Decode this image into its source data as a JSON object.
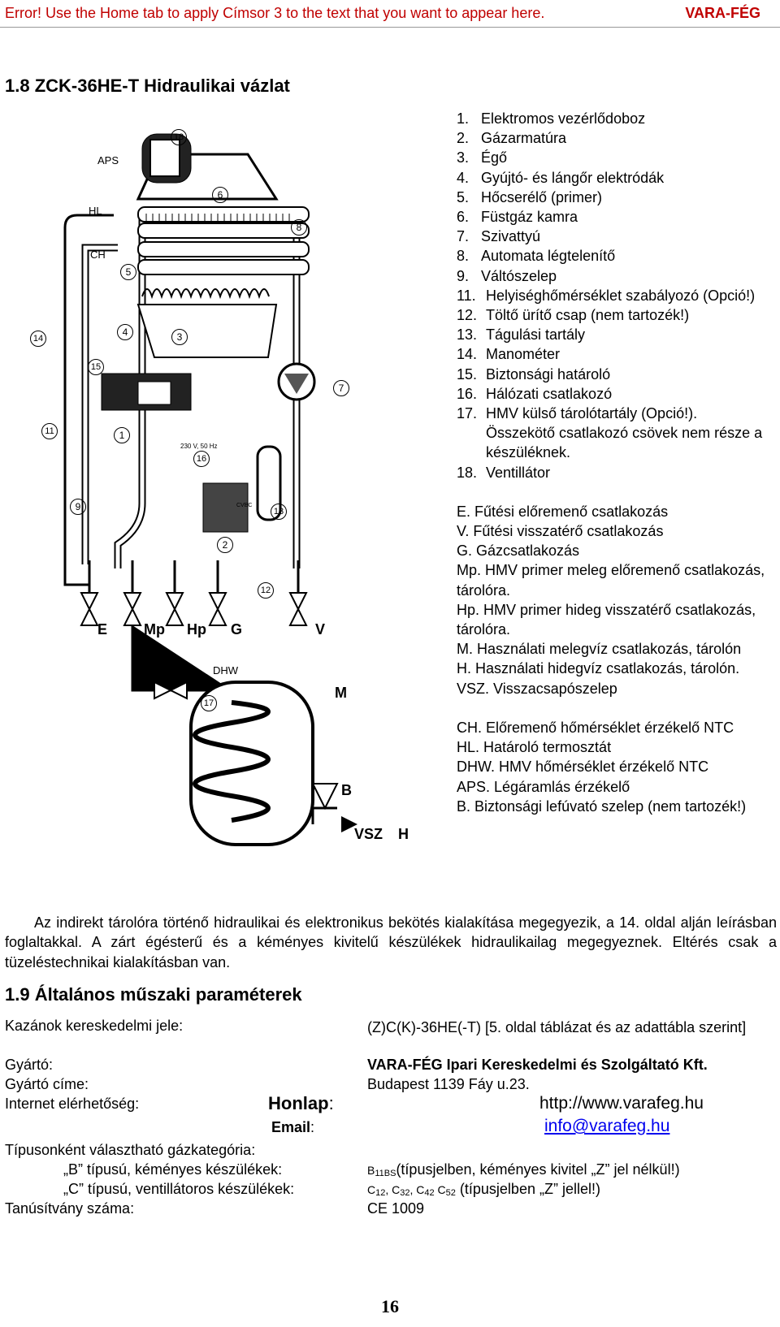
{
  "header": {
    "left": "Error! Use the Home tab to apply Címsor 3 to the text that you want to appear here.",
    "right": "VARA-FÉG"
  },
  "section1": {
    "title": "1.8 ZCK-36HE-T Hidraulikai vázlat",
    "legend": [
      {
        "n": "1.",
        "t": "Elektromos vezérlődoboz"
      },
      {
        "n": "2.",
        "t": "Gázarmatúra"
      },
      {
        "n": "3.",
        "t": "Égő"
      },
      {
        "n": "4.",
        "t": "Gyújtó- és lángőr elektródák"
      },
      {
        "n": "5.",
        "t": "Hőcserélő (primer)"
      },
      {
        "n": "6.",
        "t": "Füstgáz kamra"
      },
      {
        "n": "7.",
        "t": "Szivattyú"
      },
      {
        "n": "8.",
        "t": "Automata légtelenítő"
      },
      {
        "n": "9.",
        "t": "Váltószelep"
      },
      {
        "n": "11.",
        "t": "Helyiséghőmérséklet szabályozó (Opció!)"
      },
      {
        "n": "12.",
        "t": "Töltő ürítő csap (nem tartozék!)"
      },
      {
        "n": "13.",
        "t": "Tágulási tartály"
      },
      {
        "n": "14.",
        "t": "Manométer"
      },
      {
        "n": "15.",
        "t": "Biztonsági határoló"
      },
      {
        "n": "16.",
        "t": "Hálózati csatlakozó"
      },
      {
        "n": "17.",
        "t": "HMV külső tárolótartály (Opció!). Összekötő csatlakozó csövek nem része a készüléknek."
      },
      {
        "n": "18.",
        "t": "Ventillátor"
      }
    ],
    "legend2": [
      "E.  Fűtési előremenő csatlakozás",
      "V.  Fűtési visszatérő csatlakozás",
      "G.  Gázcsatlakozás",
      "Mp.  HMV primer meleg előremenő csatlakozás, tárolóra.",
      "Hp.  HMV primer hideg visszatérő csatlakozás, tárolóra.",
      "M.  Használati melegvíz csatlakozás, tárolón",
      "H.  Használati hidegvíz csatlakozás, tárolón.",
      "VSZ. Visszacsapószelep"
    ],
    "legend3": [
      "CH.  Előremenő hőmérséklet érzékelő NTC",
      "HL.  Határoló termosztát",
      "DHW.  HMV hőmérséklet érzékelő NTC",
      "APS.  Légáramlás érzékelő",
      "B.  Biztonsági lefúvató szelep  (nem tartozék!)"
    ],
    "diagram_labels": {
      "aps": "APS",
      "hl": "HL",
      "ch": "CH",
      "dhw": "DHW",
      "power": "230 V, 50 Hz",
      "cvbc": "CVBC",
      "e": "E",
      "mp": "Mp",
      "hp": "Hp",
      "g": "G",
      "v": "V",
      "m": "M",
      "b": "B",
      "vsz": "VSZ",
      "h": "H",
      "n1": "1",
      "n2": "2",
      "n3": "3",
      "n4": "4",
      "n5": "5",
      "n6": "6",
      "n7": "7",
      "n8": "8",
      "n9": "9",
      "n11": "11",
      "n12": "12",
      "n13": "13",
      "n14": "14",
      "n15": "15",
      "n16": "16",
      "n17": "17",
      "n18": "18"
    },
    "paragraph": "Az indirekt tárolóra történő hidraulikai és elektronikus bekötés kialakítása megegyezik, a 14. oldal alján leírásban foglaltakkal. A zárt égésterű és a kéményes kivitelű készülékek hidraulikailag megegyeznek. Eltérés csak a tüzeléstechnikai kialakításban van."
  },
  "section2": {
    "title": "1.9 Általános műszaki paraméterek",
    "rows": {
      "mark_label": "Kazánok kereskedelmi jele:",
      "mark_value": "(Z)C(K)-36HE(-T) [5. oldal táblázat és az adattábla szerint]",
      "maker_label": "Gyártó:",
      "maker_value": "VARA-FÉG  Ipari  Kereskedelmi és Szolgáltató Kft.",
      "address_label": "Gyártó címe:",
      "address_value": "Budapest 1139 Fáy u.23.",
      "internet_label": "Internet elérhetőség:",
      "honlap_label": "Honlap",
      "honlap_colon": ":",
      "honlap_value": "http://www.varafeg.hu",
      "email_label": "Email",
      "email_colon": ":",
      "email_value": "info@varafeg.hu",
      "gas_label": "Típusonként választható gázkategória:",
      "b_label": "„B” típusú, kéményes készülékek:",
      "b_code": "B",
      "b_sub": "11BS",
      "b_text": "(típusjelben, kéményes kivitel „Z” jel nélkül!)",
      "c_label": "„C” típusú, ventillátoros készülékek:",
      "c_codes": "C",
      "c_sub1": "12",
      "c_sep1": ", C",
      "c_sub2": "32",
      "c_sep2": ", C",
      "c_sub3": "42",
      "c_sep3": " C",
      "c_sub4": "52",
      "c_text": " (típusjelben „Z” jellel!)",
      "cert_label": "Tanúsítvány száma:",
      "cert_value": "CE 1009"
    }
  },
  "page_number": "16"
}
